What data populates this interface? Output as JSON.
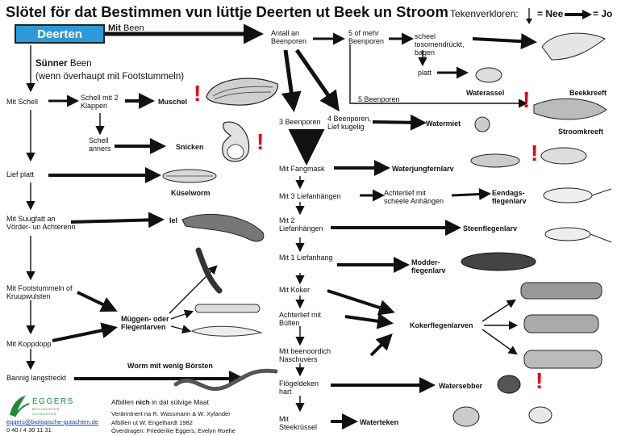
{
  "title": "Slötel för dat Bestimmen vun lüttje Deerten ut Beek un Stroom",
  "legend": {
    "label": "Tekenverkloren:",
    "no": "= Nee",
    "yes": "= Jo"
  },
  "start": "Deerten",
  "branches": {
    "with_legs_prefix": "Mit",
    "with_legs": "Been",
    "without_legs_prefix": "Sünner",
    "without_legs": "Been",
    "without_legs_note": "(wenn överhaupt mit Footstummeln)"
  },
  "left": {
    "schell": "Mit Schell",
    "schell2": "Schell mit 2 Klappen",
    "schell_other": "Schell anners",
    "flat": "Lief platt",
    "suckers": "Mit Suugfatt an Vörder- un Achterenn",
    "prolegs": "Mit Footstummeln of Kruupwulsten",
    "head": "Mit Koppdopp",
    "long": "Bannig langstreckt"
  },
  "mid": {
    "legcount": "Antall an Beenporen",
    "five_more": "5 of mehr Beenporen",
    "crooked": "scheel tosomendrückt, bagen",
    "flat": "platt",
    "five": "5 Beenporen",
    "three": "3 Beenporen",
    "four": "4 Beenporen, Lief kugelig",
    "mask": "Mit Fangmask",
    "tails3": "Mit 3 Liefanhängen",
    "crooked_tail": "Achterlief mit scheele Anhängen",
    "tails2": "Mit 2 Liefanhängen",
    "tail1": "Mit 1 Liefanhang",
    "case": "Mit Koker",
    "bulges": "Achterlief mit Bülten",
    "gills": "Mit beenoordich Naschuvers",
    "elytra": "Flögeldeken hart",
    "proboscis": "Mit Steekrüssel"
  },
  "results": {
    "muschel": "Muschel",
    "snicken": "Snicken",
    "kuesel": "Küselworm",
    "iel": "Iel",
    "muegg": "Müggen- oder Flegenlarven",
    "worm": "Worm mit wenig Börsten",
    "beekkreeft": "Beekkreeft",
    "waterassel": "Waterassel",
    "stroomkreeft": "Stroomkreeft",
    "watermiet": "Watermiet",
    "waterjungfern": "Waterjungfernlarv",
    "eendags": "Eendags- flegenlarv",
    "steenflegen": "Steenflegenlarv",
    "modder": "Modder- flegenlarv",
    "koker": "Kokerflegenlarven",
    "watersebber": "Watersebber",
    "waterteken": "Waterteken"
  },
  "footer": {
    "logo_text": "EGGERS BIOLOGISCHE GUTACHTEN",
    "email": "eggers@biologische-gutachten.de",
    "phone": "0 40 / 4 30 11 31",
    "note_pre": "Afbillen",
    "note_bold": "nich",
    "note_post": "in dat sülvige Maat",
    "credit1": "Veränntnert na R. Wassmann & W. Xylander",
    "credit2": "Afbillen ut W. Engelhardt 1982",
    "credit3": "Överdragen: Friederike Eggers, Evelyn Roehe"
  },
  "warning_mark": "!"
}
